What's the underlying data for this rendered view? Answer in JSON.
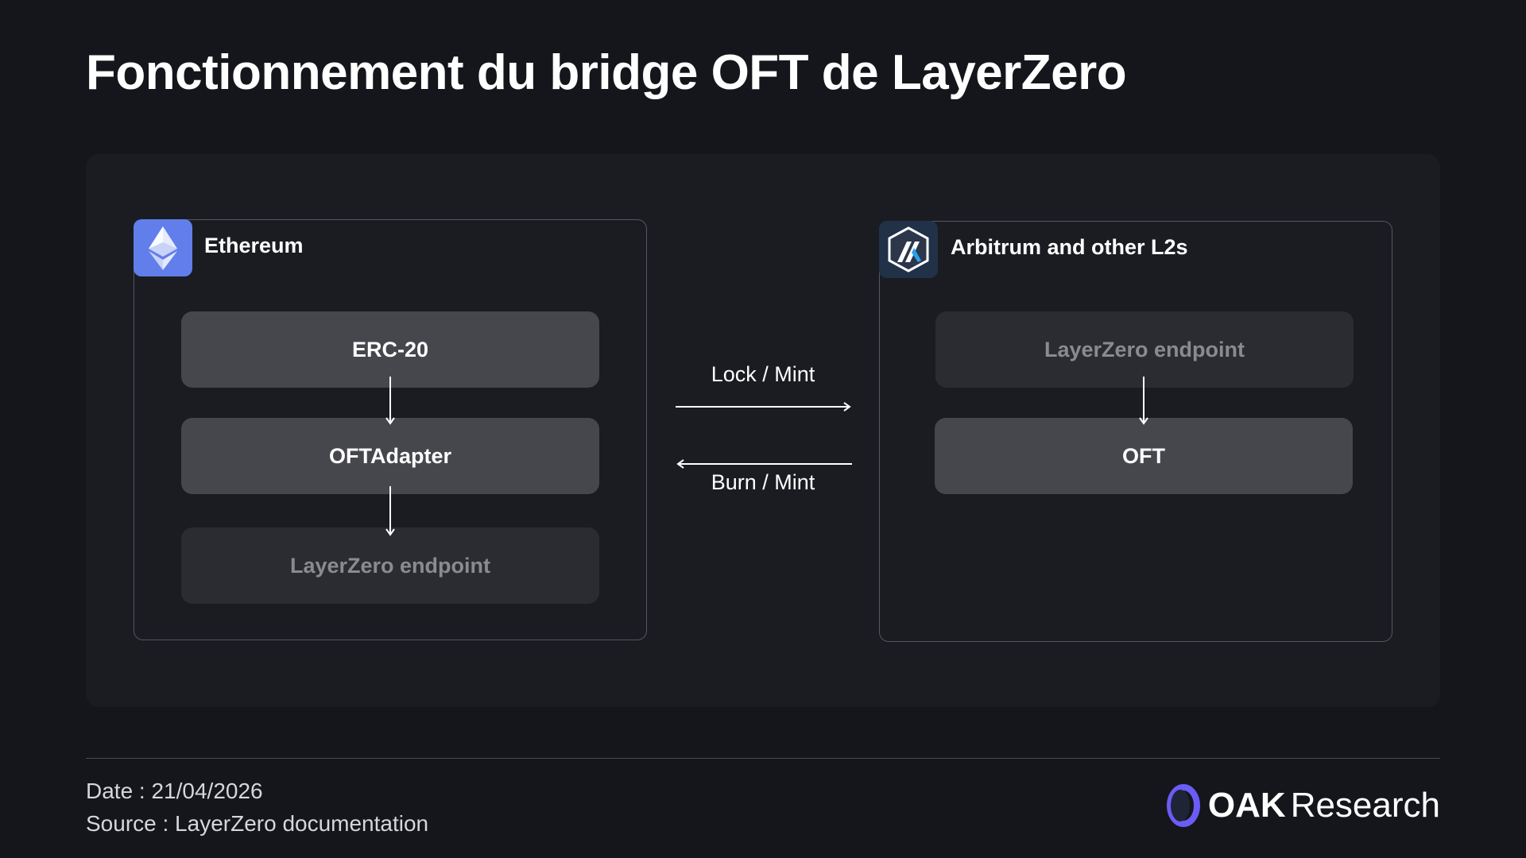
{
  "title": "Fonctionnement du bridge OFT de LayerZero",
  "left_chain": {
    "name": "Ethereum",
    "icon": "ethereum-icon",
    "nodes": [
      "ERC-20",
      "OFTAdapter",
      "LayerZero endpoint"
    ]
  },
  "right_chain": {
    "name": "Arbitrum and other L2s",
    "icon": "arbitrum-icon",
    "nodes": [
      "LayerZero endpoint",
      "OFT"
    ]
  },
  "bridge": {
    "forward_label": "Lock / Mint",
    "backward_label": "Burn / Mint"
  },
  "footer": {
    "date": "Date : 21/04/2026",
    "source": "Source : LayerZero documentation"
  },
  "brand": {
    "name_bold": "OAK",
    "name_regular": "Research",
    "logo": "oak-logo-icon"
  },
  "colors": {
    "background": "#14161b",
    "ethereum": "#627eea",
    "arbitrum_bg": "#213147",
    "arbitrum_accent": "#28a0f0",
    "oak_accent": "#6a5cf5"
  }
}
